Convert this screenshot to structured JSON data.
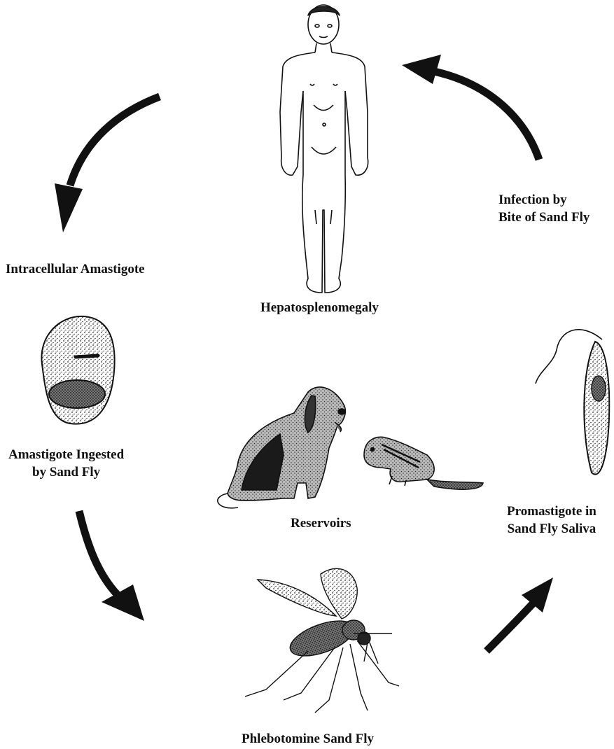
{
  "labels": {
    "hepatosplenomegaly": "Hepatosplenomegaly",
    "infection_line1": "Infection by",
    "infection_line2": "Bite of Sand Fly",
    "intracellular": "Intracellular Amastigote",
    "ingested_line1": "Amastigote Ingested",
    "ingested_line2": "by Sand Fly",
    "reservoirs": "Reservoirs",
    "promastigote_line1": "Promastigote in",
    "promastigote_line2": "Sand Fly Saliva",
    "sand_fly": "Phlebotomine Sand Fly"
  },
  "colors": {
    "ink": "#111111",
    "background": "#ffffff",
    "stipple": "#555555"
  },
  "icons": [
    "human-figure",
    "amastigote-cell",
    "promastigote-cell",
    "dog",
    "chipmunk",
    "sand-fly",
    "cycle-arrow"
  ]
}
